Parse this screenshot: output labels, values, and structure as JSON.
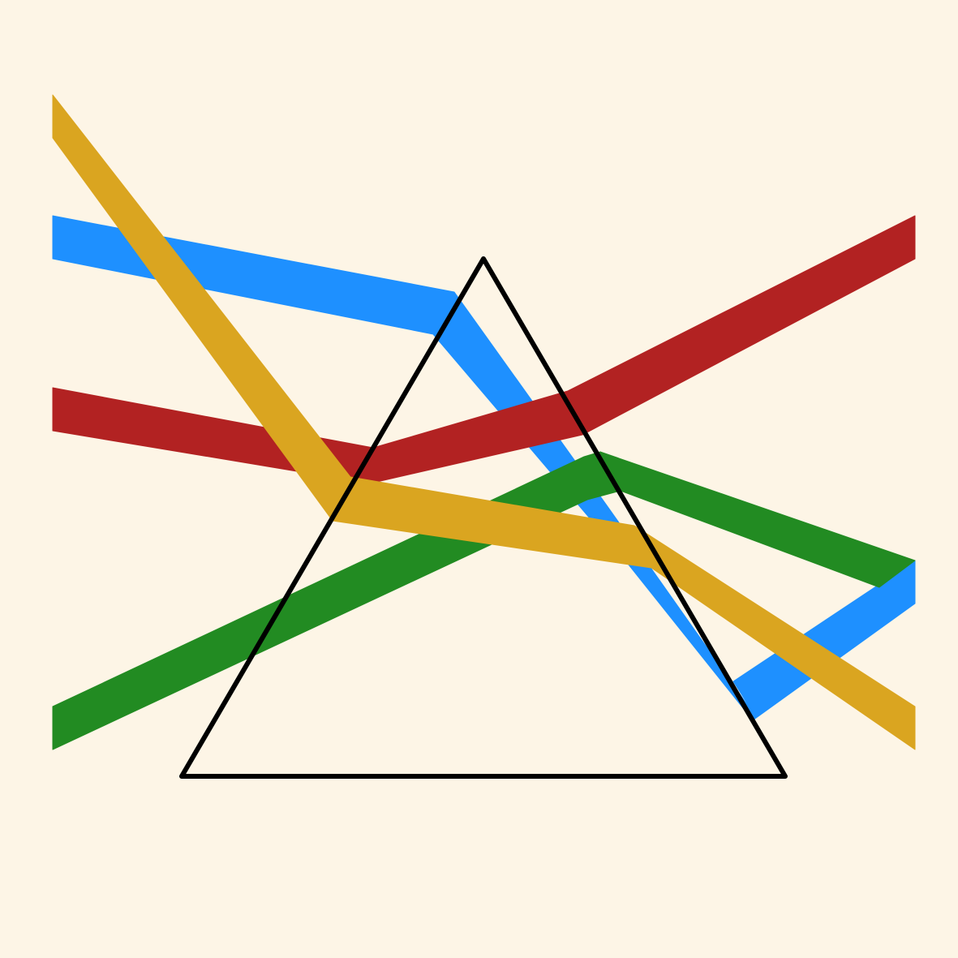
{
  "background_color": "#FDF5E6",
  "prism": {
    "stroke_color": "#000000"
  },
  "bands": [
    {
      "name": "blue-band",
      "color": "#1E90FF"
    },
    {
      "name": "red-band",
      "color": "#B22222"
    },
    {
      "name": "green-band",
      "color": "#228B22"
    },
    {
      "name": "gold-band",
      "color": "#DAA520"
    }
  ]
}
